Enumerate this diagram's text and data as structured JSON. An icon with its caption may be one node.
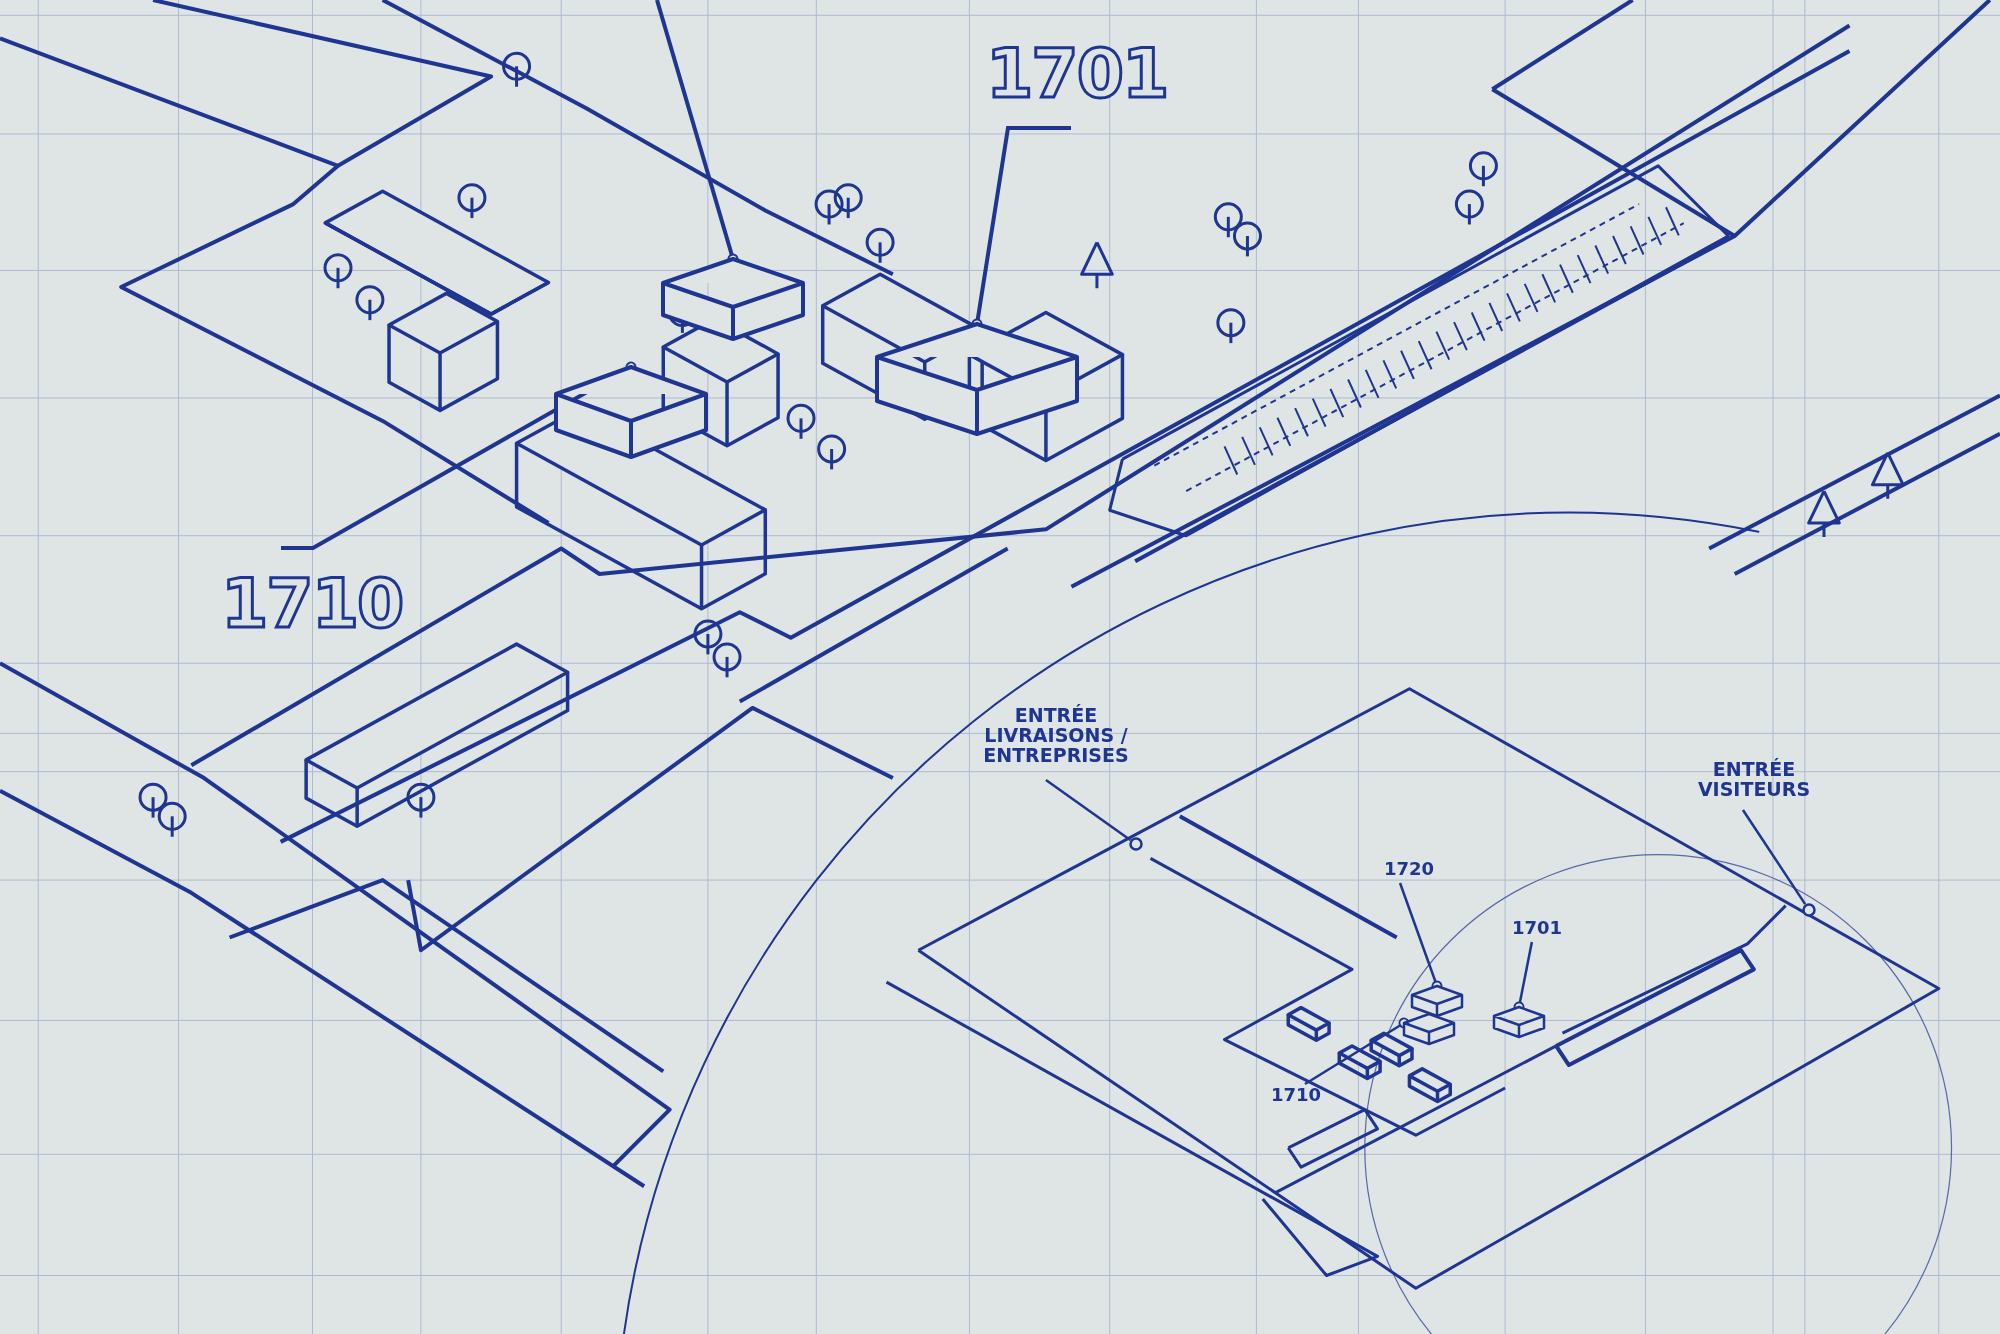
{
  "diagram": {
    "nodes": [
      {
        "text": [
          "1701"
        ]
      },
      {
        "text": [],
        "shape": "box"
      },
      {
        "text": [
          "1710"
        ]
      },
      {
        "text": [],
        "shape": "box"
      },
      {
        "text": [],
        "shape": "box"
      },
      {
        "text": [
          "ENTRÉE LIVRAISONS / ENTREPRISES"
        ]
      },
      {
        "text": [],
        "shape": "circle"
      },
      {
        "text": [
          "ENTRÉE VISITEURS"
        ]
      },
      {
        "text": [],
        "shape": "circle"
      },
      {
        "text": [
          "1720"
        ]
      },
      {
        "text": [],
        "shape": "box"
      },
      {
        "text": [
          "1701"
        ]
      },
      {
        "text": [],
        "shape": "box"
      },
      {
        "text": [
          "1710"
        ]
      },
      {
        "text": [],
        "shape": "box"
      }
    ],
    "edges": [
      {
        "from": 0,
        "to": 1,
        "arrow": "other"
      },
      {
        "from": 2,
        "to": 3,
        "arrow": "other"
      },
      {
        "from": null,
        "to": 4,
        "arrow": "other"
      },
      {
        "from": 5,
        "to": 6,
        "arrow": "none"
      },
      {
        "from": 7,
        "to": 8,
        "arrow": "none"
      },
      {
        "from": 9,
        "to": 10,
        "arrow": "other"
      },
      {
        "from": 11,
        "to": 12,
        "arrow": "other"
      },
      {
        "from": 13,
        "to": 14,
        "arrow": "other"
      }
    ]
  }
}
